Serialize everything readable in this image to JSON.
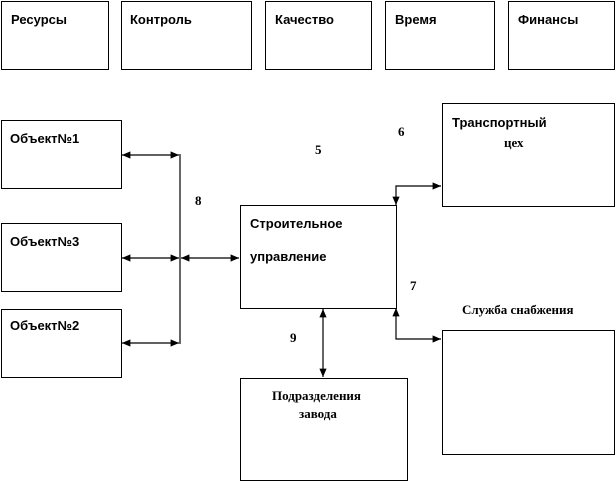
{
  "top_boxes": [
    "Ресурсы",
    "Контроль",
    "Качество",
    "Время",
    "Финансы"
  ],
  "objects": [
    "Объект№1",
    "Объект№3",
    "Объект№2"
  ],
  "center": {
    "line1": "Строительное",
    "line2": "управление"
  },
  "transport": {
    "line1": "Транспортный",
    "line2": "цех"
  },
  "supply": "Служба снабжения",
  "divisions": {
    "line1": "Подразделения",
    "line2": "завода"
  },
  "labels": {
    "n5": "5",
    "n6": "6",
    "n7": "7",
    "n8": "8",
    "n9": "9"
  }
}
